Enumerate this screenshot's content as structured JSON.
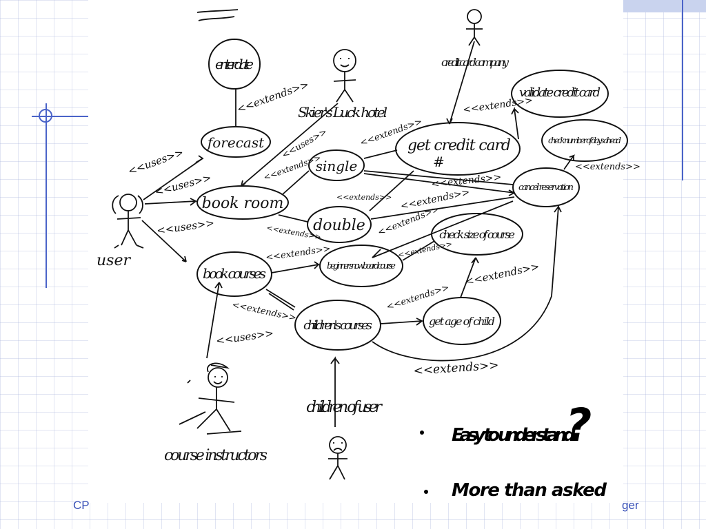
{
  "footer": {
    "left": "CP",
    "right": "ger"
  },
  "diagram": {
    "top_scribble": "",
    "actors": {
      "user": "user",
      "hotel": "Skier's Luck hotel",
      "credit_company": "credit card company",
      "instructors": "course instructors",
      "children": "children of user"
    },
    "use_cases": {
      "enter_date": "enter date",
      "forecast": "forecast",
      "book_room": "book room",
      "single": "single",
      "double": "double",
      "get_credit_card": "get credit card",
      "get_credit_card_mark": "#",
      "validate_credit_card": "validate credit card",
      "check_days": "check number of days ahead",
      "cancel_reservation": "cancel reservation",
      "check_size": "check size of course",
      "book_courses": "book courses",
      "beginner_course": "beginner snowboard course",
      "childrens_courses": "children's courses",
      "get_age": "get age of child"
    },
    "relations": {
      "uses": "<<uses>>",
      "extends": "<<extends>>"
    },
    "notes": {
      "question_mark": "?",
      "easy": "Easy to understand",
      "more": "More than asked"
    }
  }
}
